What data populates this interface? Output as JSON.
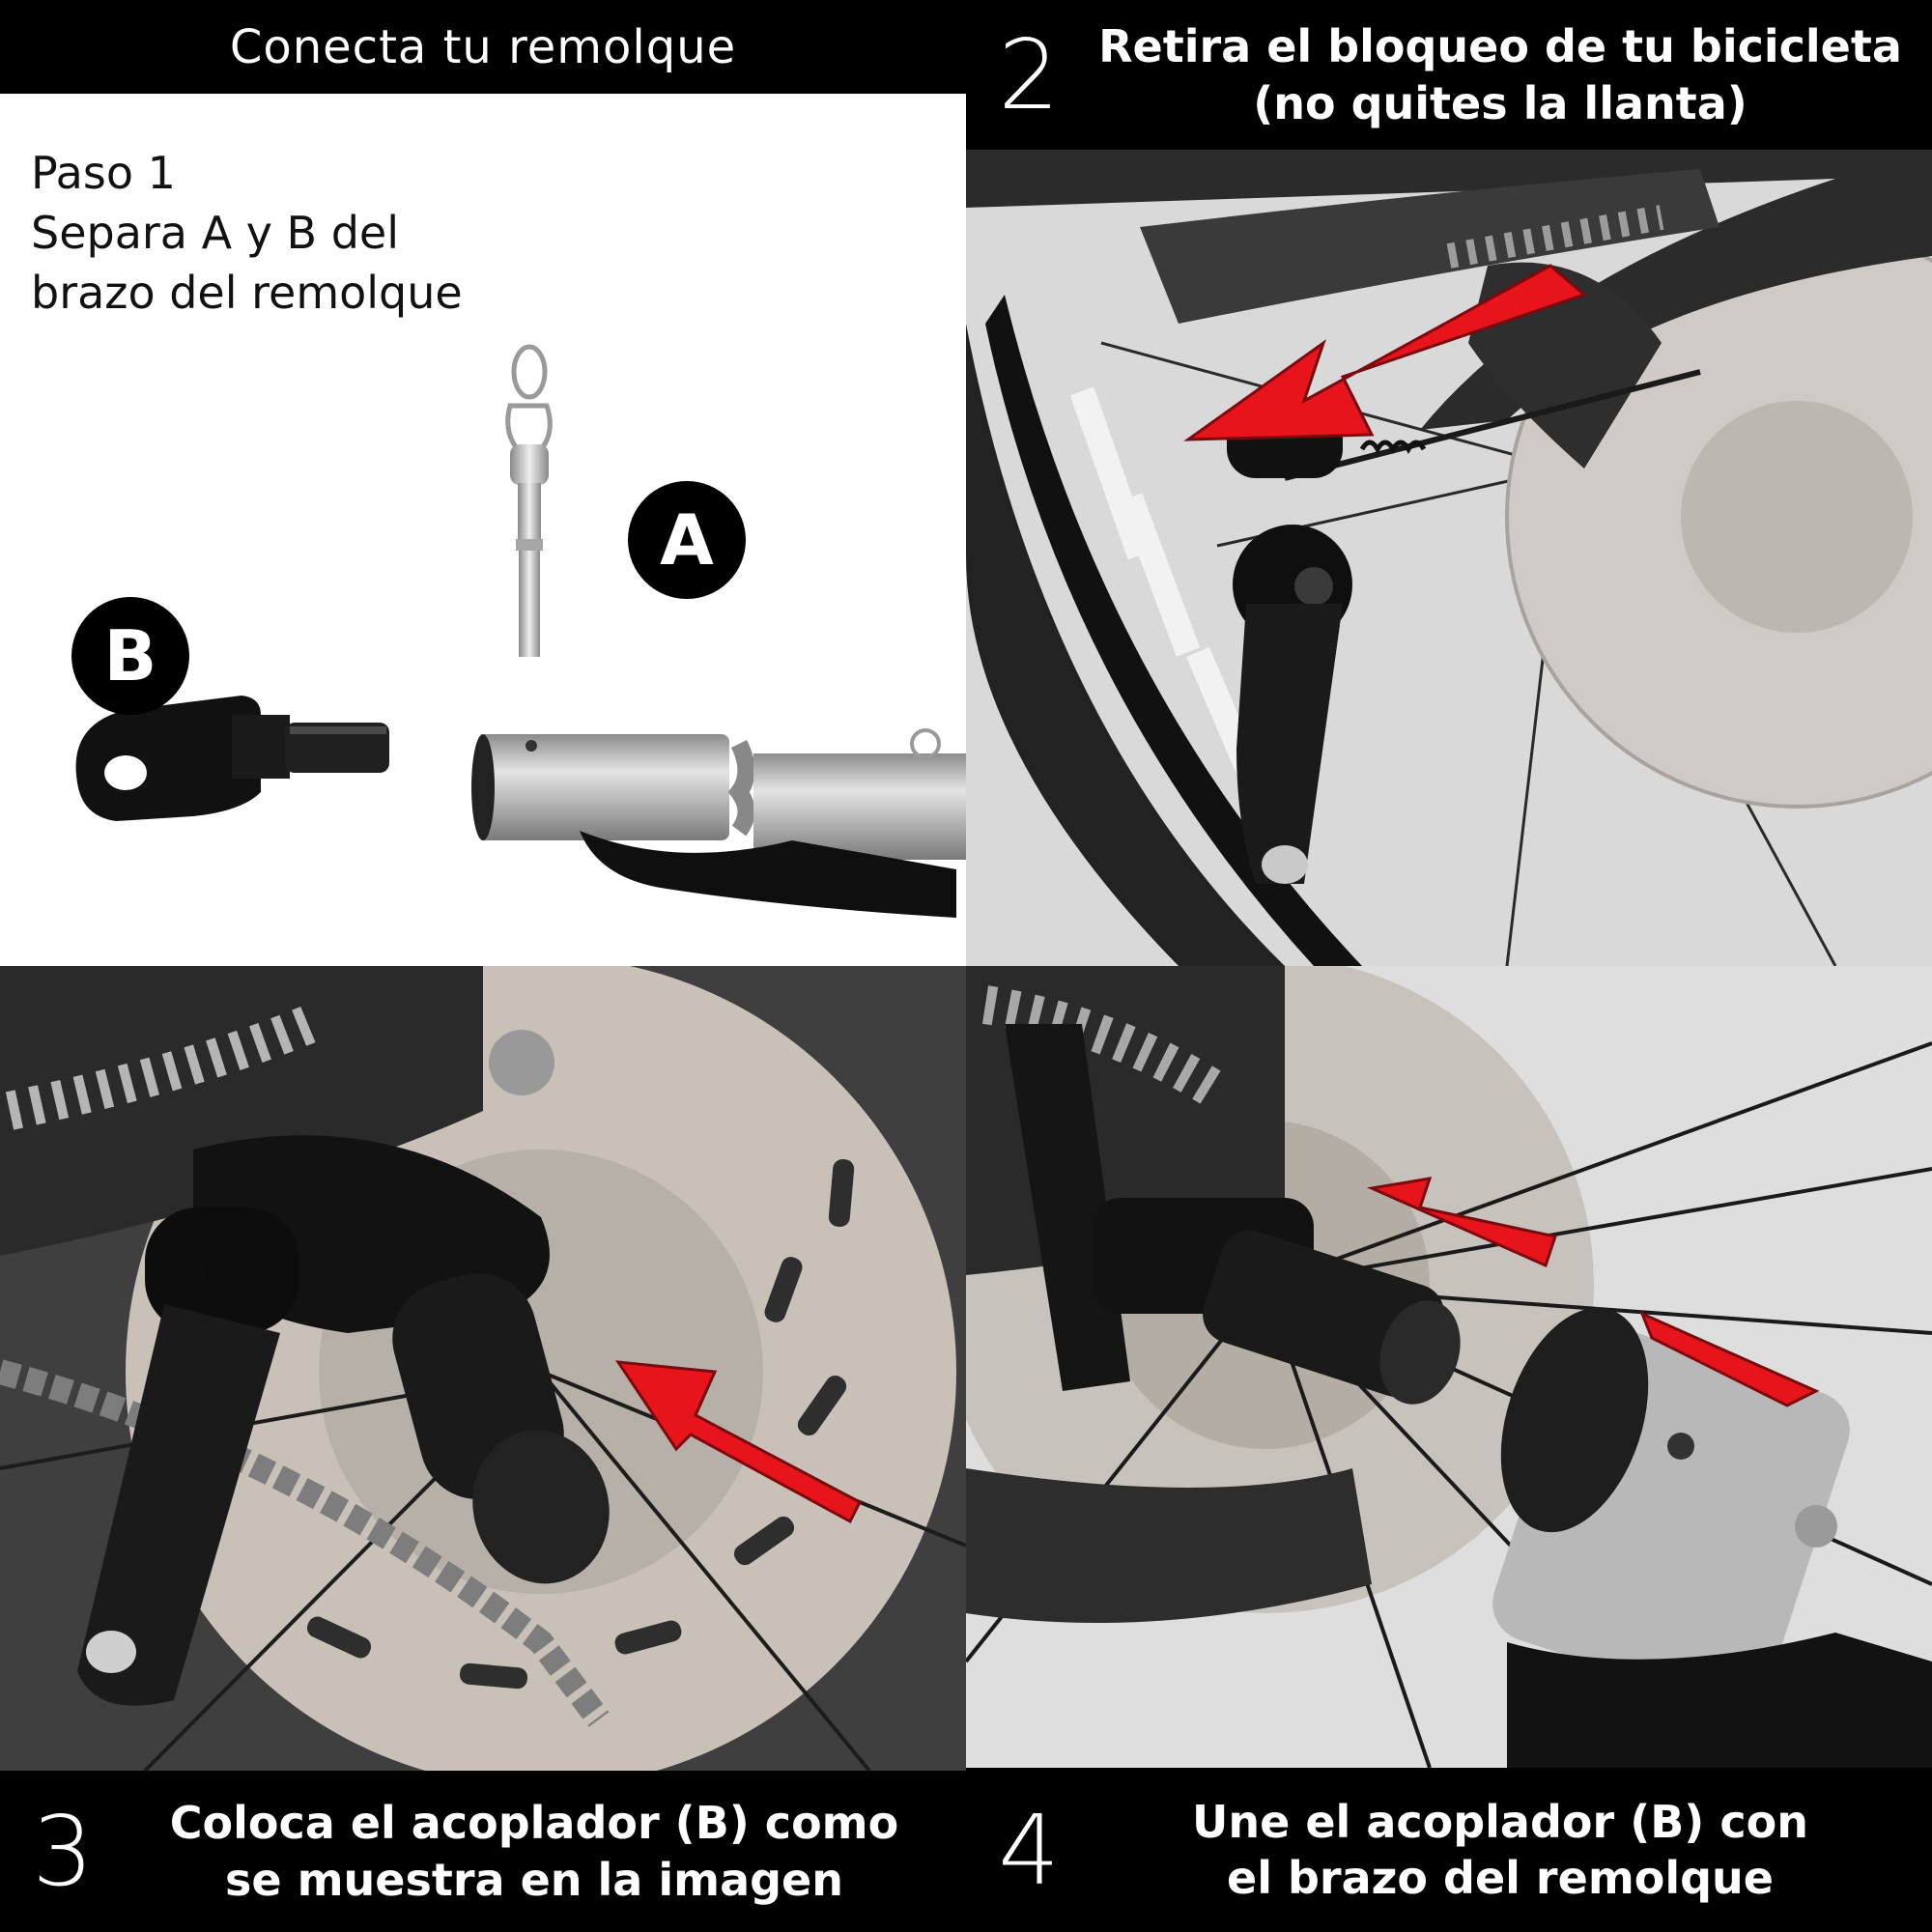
{
  "panel1": {
    "header": "Conecta tu remolque",
    "step_title": "Paso 1",
    "instruction_lines": [
      "Separa A y B del",
      "brazo del remolque"
    ],
    "badge_a": "A",
    "badge_b": "B"
  },
  "panel2": {
    "number": "2",
    "lines": [
      "Retira el bloqueo de tu bicicleta",
      "(no quites la llanta)"
    ]
  },
  "panel3": {
    "number": "3",
    "lines": [
      "Coloca el acoplador (B) como",
      "se muestra en la imagen"
    ]
  },
  "panel4": {
    "number": "4",
    "lines": [
      "Une el acoplador (B) con",
      "el brazo del  remolque"
    ]
  },
  "colors": {
    "arrow": "#e8141c",
    "bar": "#000000",
    "text_on_bar": "#ffffff",
    "metal": "#b9b9b9"
  }
}
